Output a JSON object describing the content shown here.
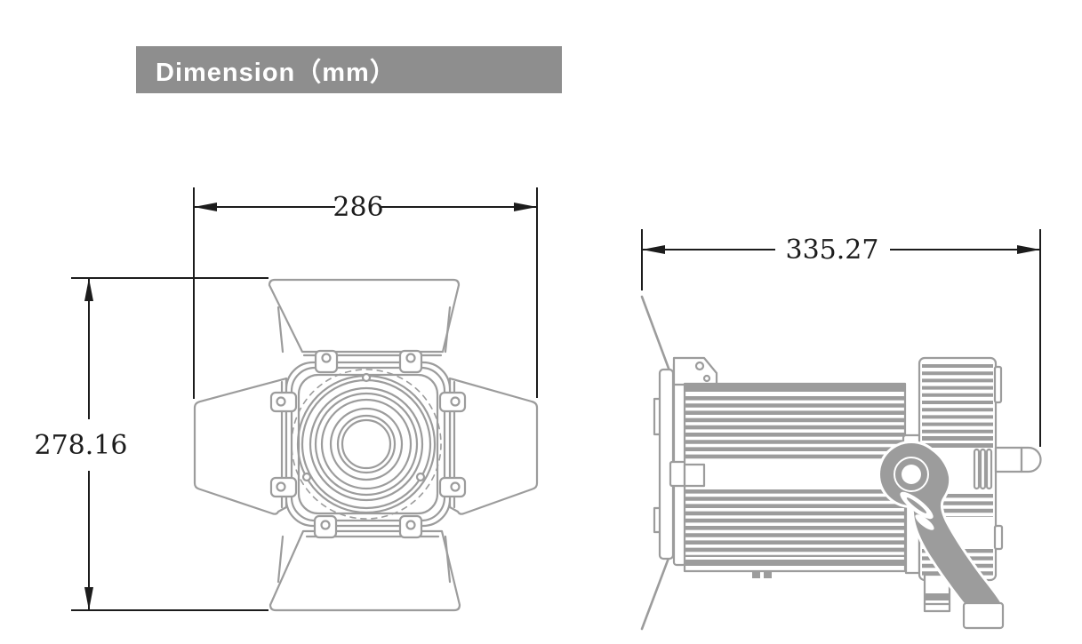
{
  "header": {
    "title": "Dimension（mm）"
  },
  "dims": {
    "front_width": "286",
    "front_height": "278.16",
    "side_length": "335.27"
  },
  "colors": {
    "header_bg": "#8e8e8e",
    "header_text": "#ffffff",
    "drawing_line": "#9c9c9c",
    "dimension_line": "#1c1c1c",
    "page_bg": "#ffffff"
  }
}
